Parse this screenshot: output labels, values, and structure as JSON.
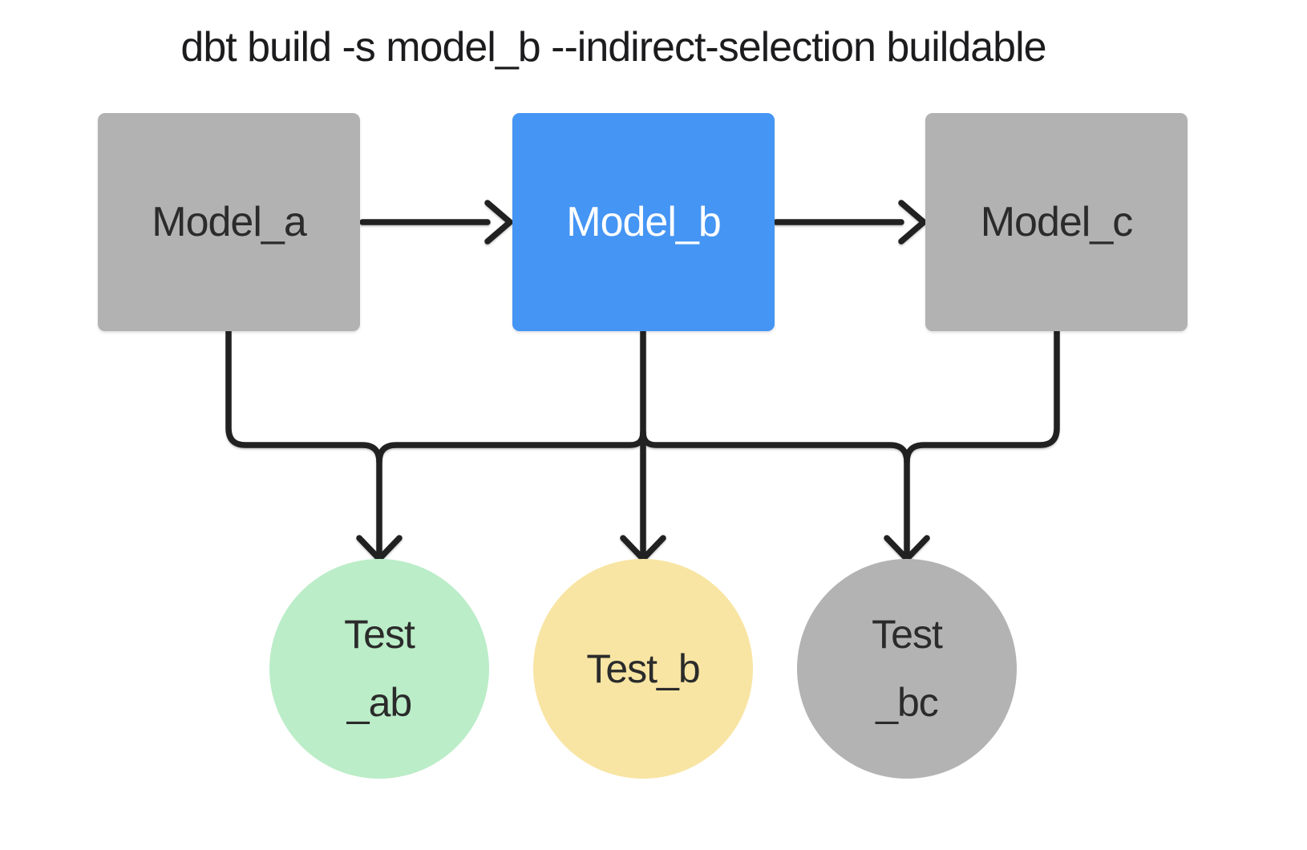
{
  "title": "dbt build -s model_b --indirect-selection buildable",
  "colors": {
    "connector": "#212121",
    "title_text": "#1c1c1e"
  },
  "nodes": {
    "models": [
      {
        "label": "Model_a",
        "selected": false,
        "fill": "#b2b2b2",
        "text_color": "#2b2b2b"
      },
      {
        "label": "Model_b",
        "selected": true,
        "fill": "#4595f4",
        "text_color": "#ffffff"
      },
      {
        "label": "Model_c",
        "selected": false,
        "fill": "#b2b2b2",
        "text_color": "#2b2b2b"
      }
    ],
    "tests": [
      {
        "lines": [
          "Test",
          "_ab"
        ],
        "fill": "#bbedc8",
        "text_color": "#2b2b2b"
      },
      {
        "lines": [
          "Test_b"
        ],
        "fill": "#f8e5a3",
        "text_color": "#2b2b2b"
      },
      {
        "lines": [
          "Test",
          "_bc"
        ],
        "fill": "#b3b3b3",
        "text_color": "#2b2b2b"
      }
    ]
  },
  "edges": [
    {
      "from": "model_a",
      "to": "model_b"
    },
    {
      "from": "model_b",
      "to": "model_c"
    },
    {
      "from": "model_a",
      "to": "test_ab"
    },
    {
      "from": "model_b",
      "to": "test_ab"
    },
    {
      "from": "model_b",
      "to": "test_b"
    },
    {
      "from": "model_b",
      "to": "test_bc"
    },
    {
      "from": "model_c",
      "to": "test_bc"
    }
  ]
}
